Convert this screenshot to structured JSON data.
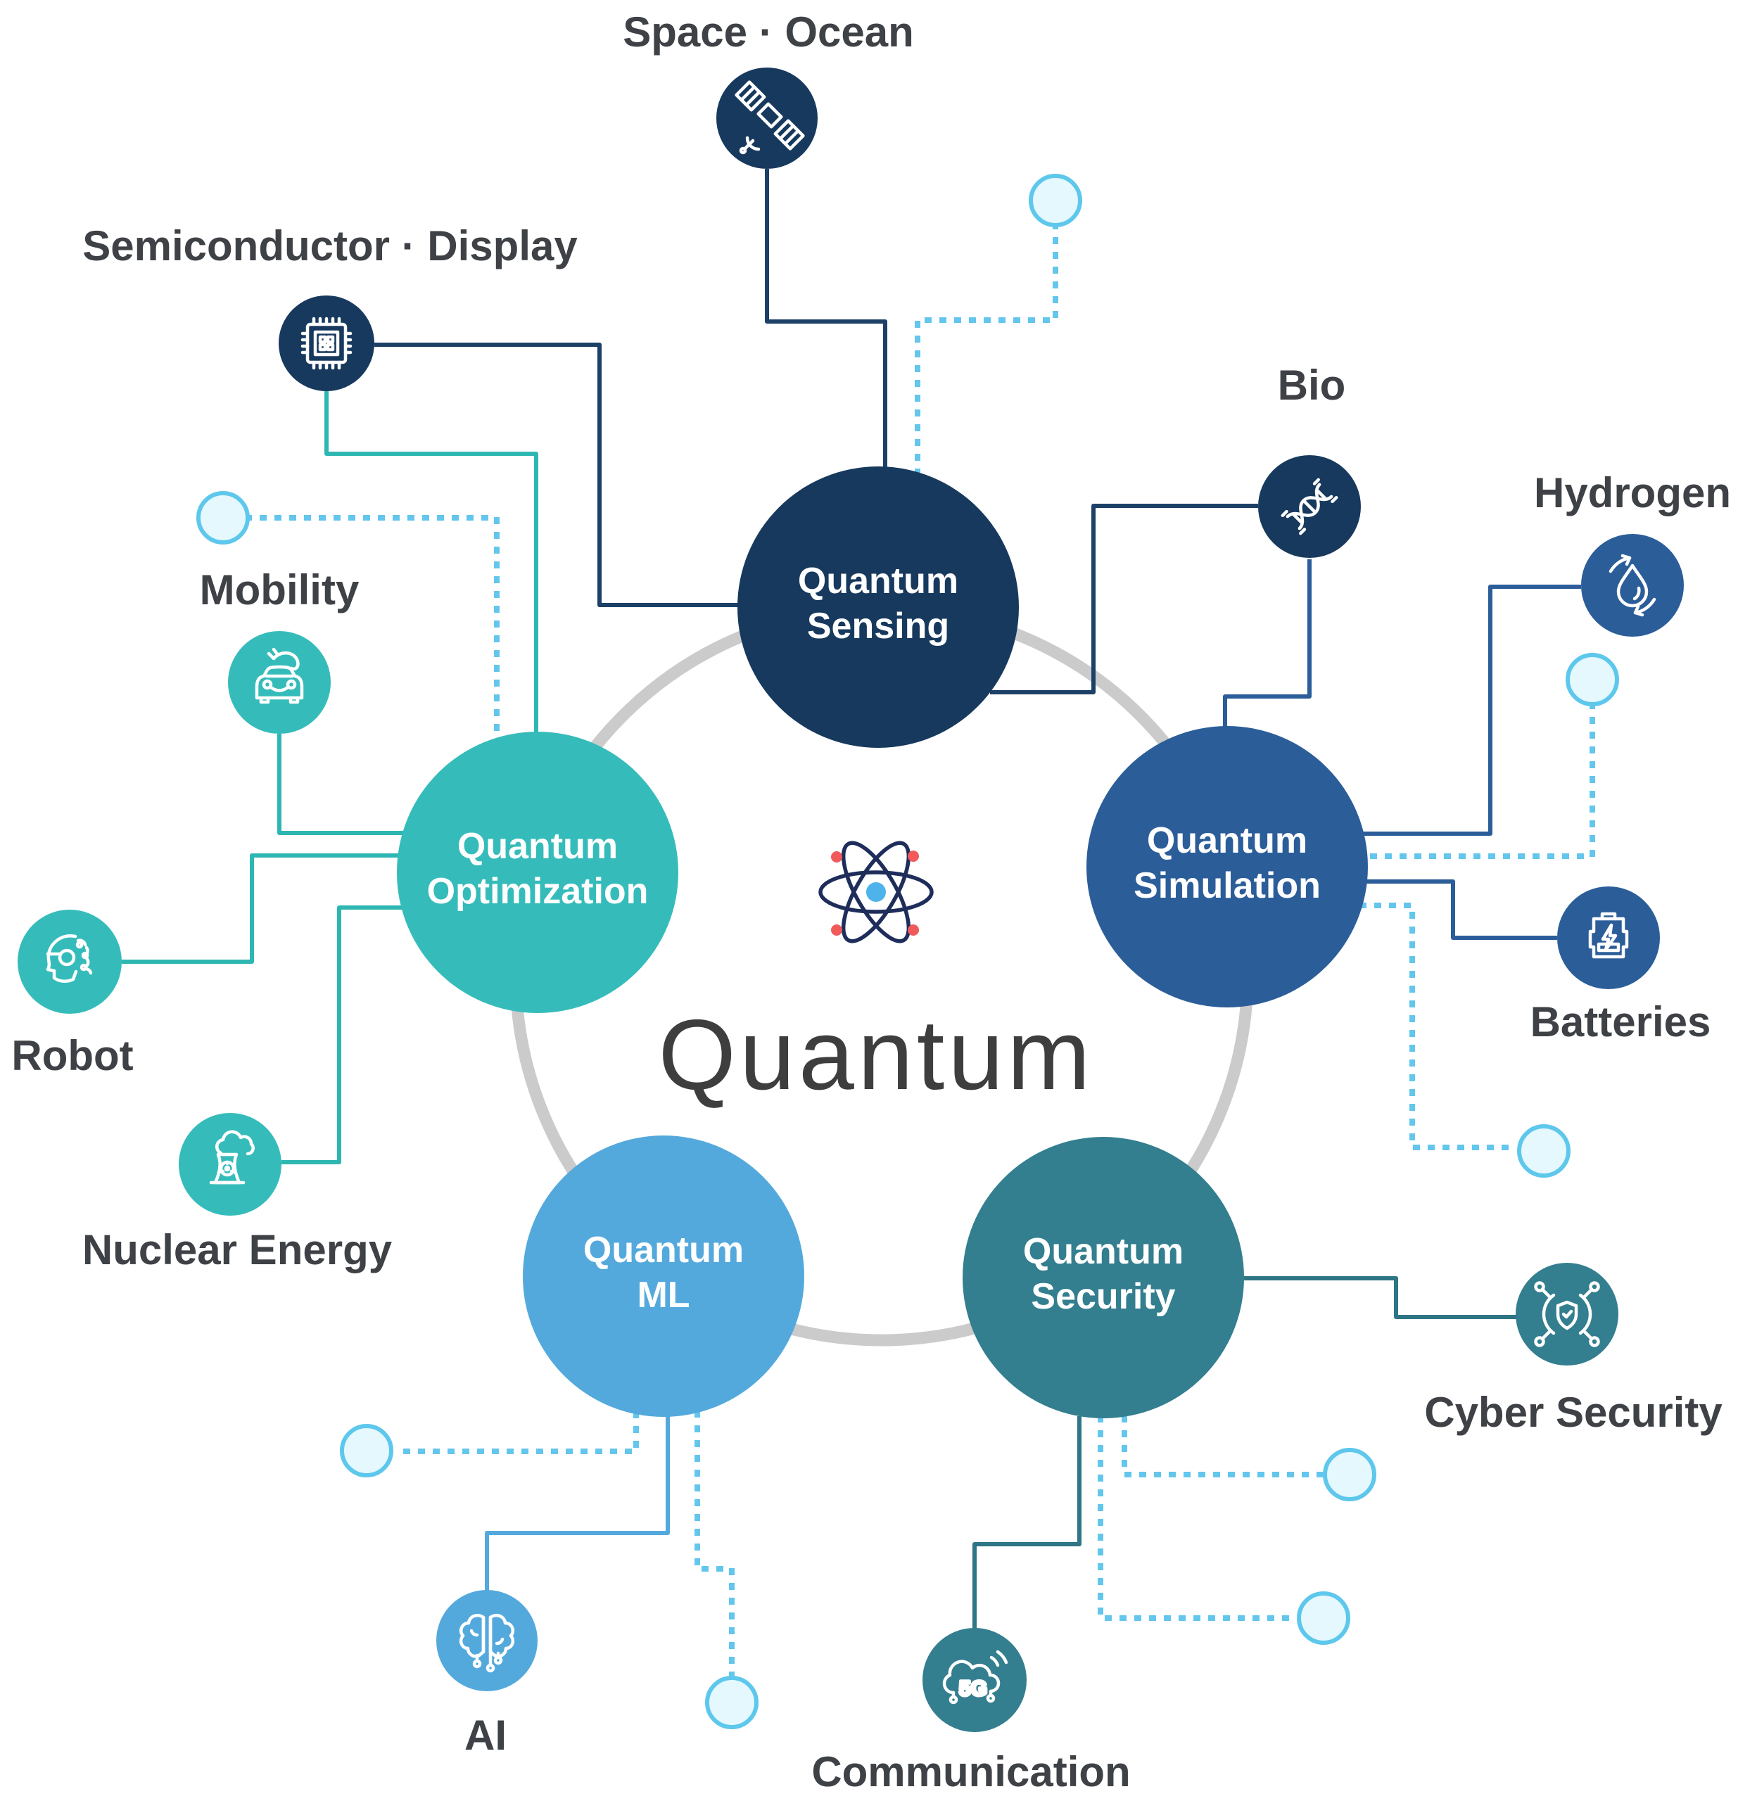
{
  "center": {
    "title": "Quantum",
    "atom_icon": "atom-icon",
    "nucleus_color": "#4db3ea",
    "electron_color": "#f05a5a",
    "orbit_color": "#1e2d5a"
  },
  "palette": {
    "navy": "#17395e",
    "blue": "#2b5d99",
    "teal": "#35bcba",
    "light_blue": "#54a9dc",
    "dark_teal": "#337e8f",
    "dotted_line": "#63c6ec",
    "placeholder_fill": "#e4f8fe",
    "placeholder_stroke": "#5ec7ec",
    "ring_gray": "#cbcbcb",
    "label_text": "#3e4145",
    "title_text": "#3e3e3e"
  },
  "domains": [
    {
      "id": "sensing",
      "label_line1": "Quantum",
      "label_line2": "Sensing",
      "color": "#17395e"
    },
    {
      "id": "simulation",
      "label_line1": "Quantum",
      "label_line2": "Simulation",
      "color": "#2b5d99"
    },
    {
      "id": "optimization",
      "label_line1": "Quantum",
      "label_line2": "Optimization",
      "color": "#35bcba"
    },
    {
      "id": "ml",
      "label_line1": "Quantum",
      "label_line2": "ML",
      "color": "#54a9dc"
    },
    {
      "id": "security",
      "label_line1": "Quantum",
      "label_line2": "Security",
      "color": "#337e8f"
    }
  ],
  "applications": [
    {
      "id": "space-ocean",
      "label": "Space · Ocean",
      "icon": "satellite-icon",
      "color": "#17395e"
    },
    {
      "id": "semiconductor-display",
      "label": "Semiconductor · Display",
      "icon": "chip-icon",
      "color": "#17395e"
    },
    {
      "id": "bio",
      "label": "Bio",
      "icon": "dna-icon",
      "color": "#17395e"
    },
    {
      "id": "hydrogen",
      "label": "Hydrogen",
      "icon": "hydrogen-drop-icon",
      "color": "#2b5d99"
    },
    {
      "id": "batteries",
      "label": "Batteries",
      "icon": "battery-icon",
      "color": "#2b5d99"
    },
    {
      "id": "cyber-security",
      "label": "Cyber Security",
      "icon": "shield-network-icon",
      "color": "#337e8f"
    },
    {
      "id": "communication",
      "label": "Communication",
      "icon": "cloud-5g-icon",
      "icon_text": "5G",
      "color": "#337e8f"
    },
    {
      "id": "ai",
      "label": "AI",
      "icon": "brain-circuit-icon",
      "color": "#54a9dc"
    },
    {
      "id": "nuclear-energy",
      "label": "Nuclear Energy",
      "icon": "nuclear-plant-icon",
      "color": "#35bcba"
    },
    {
      "id": "robot",
      "label": "Robot",
      "icon": "robot-head-icon",
      "color": "#35bcba"
    },
    {
      "id": "mobility",
      "label": "Mobility",
      "icon": "electric-car-icon",
      "color": "#35bcba"
    }
  ],
  "placeholders": {
    "count": 8,
    "description": "empty light-blue circles linked by dotted lines"
  }
}
